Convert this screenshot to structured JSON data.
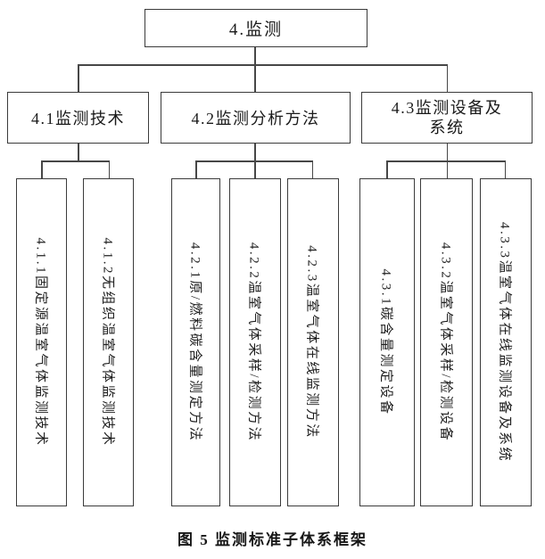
{
  "diagram": {
    "root": {
      "label": "4.监测"
    },
    "level2": [
      {
        "id": "4.1",
        "label": "4.1监测技术"
      },
      {
        "id": "4.2",
        "label": "4.2监测分析方法"
      },
      {
        "id": "4.3",
        "label": "4.3监测设备及\n系统"
      }
    ],
    "leaves": [
      {
        "parent": "4.1",
        "label": "4.1.1固定源温室气体监测技术"
      },
      {
        "parent": "4.1",
        "label": "4.1.2无组织温室气体监测技术"
      },
      {
        "parent": "4.2",
        "label": "4.2.1原/燃料碳含量测定方法"
      },
      {
        "parent": "4.2",
        "label": "4.2.2温室气体采样/检测方法"
      },
      {
        "parent": "4.2",
        "label": "4.2.3温室气体在线监测方法"
      },
      {
        "parent": "4.3",
        "label": "4.3.1碳含量测定设备"
      },
      {
        "parent": "4.3",
        "label": "4.3.2温室气体采样/检测设备"
      },
      {
        "parent": "4.3",
        "label": "4.3.3温室气体在线监测设备及系统"
      }
    ],
    "caption": "图 5 监测标准子体系框架",
    "colors": {
      "border": "#3b3b3b",
      "line": "#474747",
      "text": "#1a1a1a",
      "background": "#ffffff"
    }
  }
}
